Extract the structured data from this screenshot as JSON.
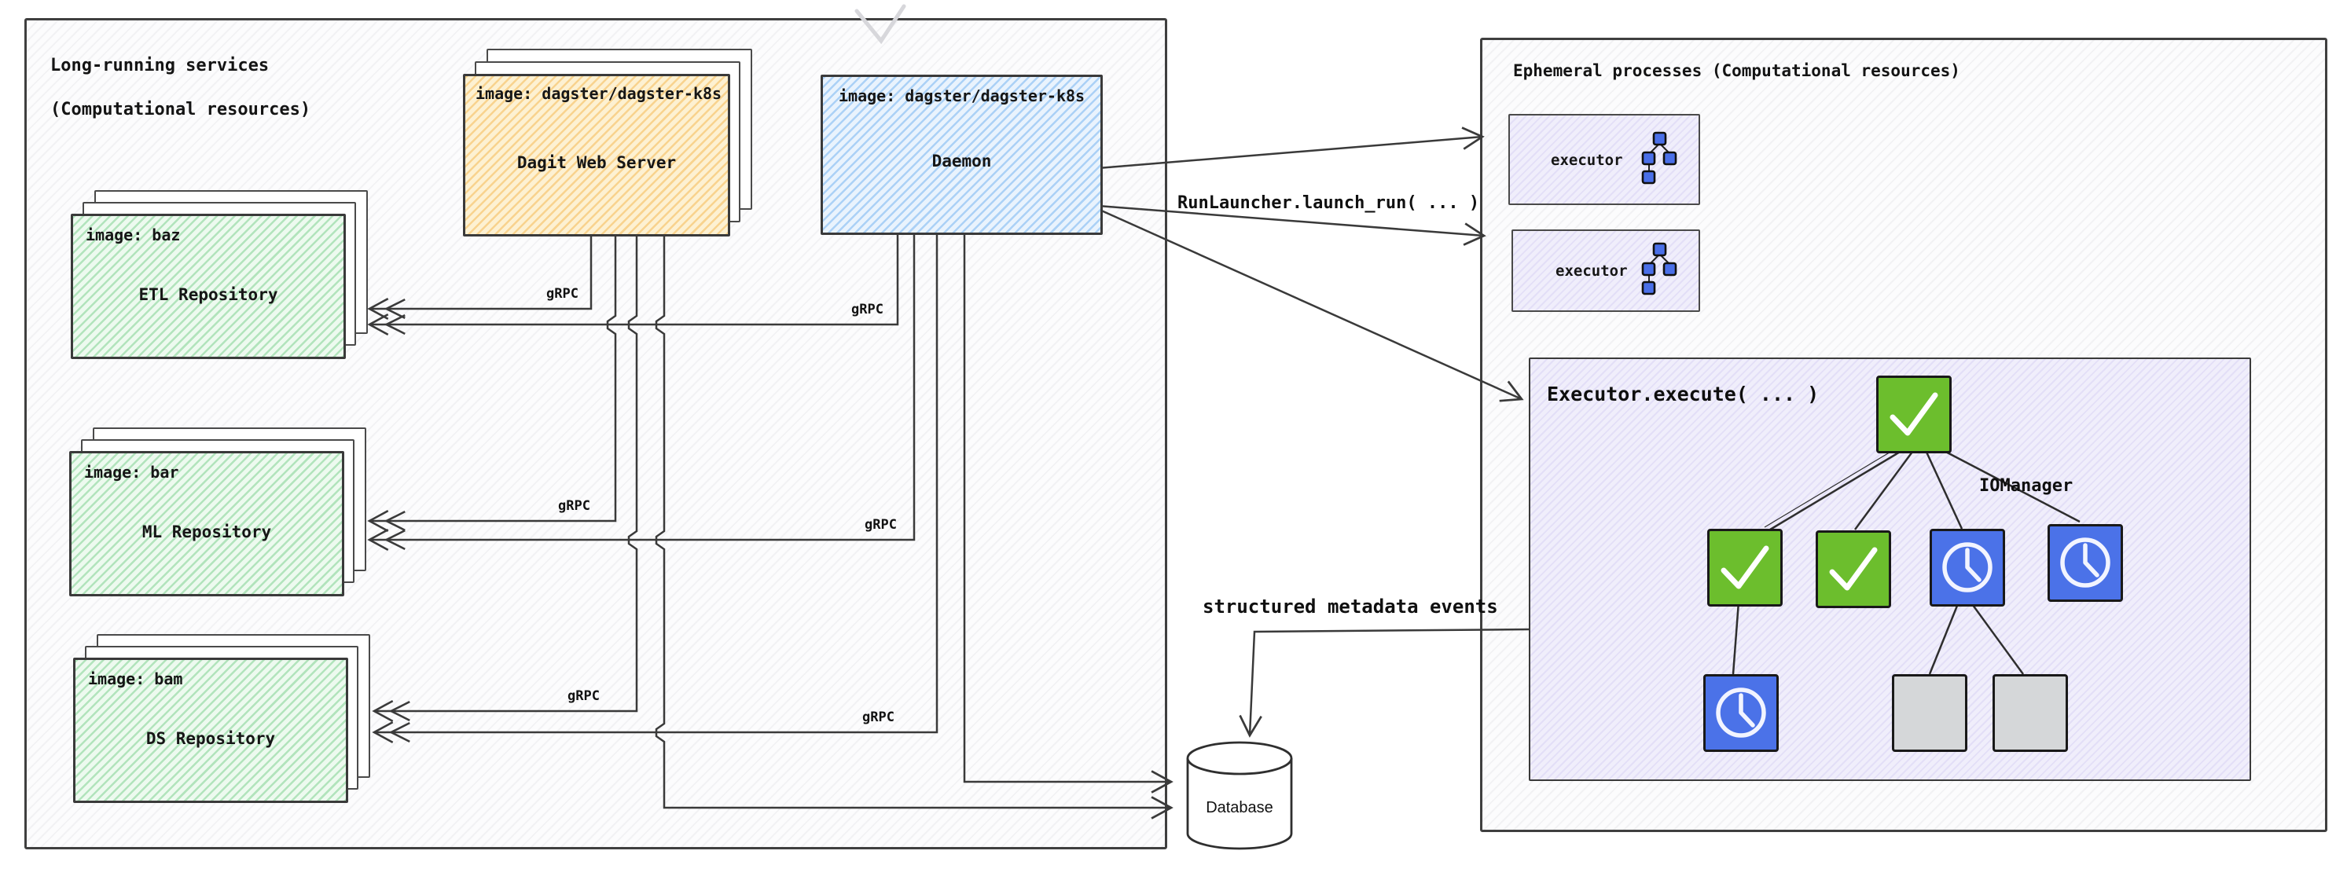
{
  "left_panel": {
    "title_line1": "Long-running services",
    "title_line2": "(Computational resources)"
  },
  "services": {
    "dagit": {
      "image": "image: dagster/dagster-k8s",
      "label": "Dagit Web Server"
    },
    "daemon": {
      "image": "image: dagster/dagster-k8s",
      "label": "Daemon"
    },
    "repositories": [
      {
        "image": "image: baz",
        "label": "ETL Repository"
      },
      {
        "image": "image: bar",
        "label": "ML Repository"
      },
      {
        "image": "image: bam",
        "label": "DS Repository"
      }
    ]
  },
  "connections": {
    "grpc": "gRPC",
    "run_launcher": "RunLauncher.launch_run( ... )",
    "metadata_events": "structured metadata events"
  },
  "right_panel": {
    "title": "Ephemeral processes (Computational resources)"
  },
  "executors": {
    "small_label": "executor",
    "execute_title": "Executor.execute( ... )",
    "iomanager": "IOManager"
  },
  "database": {
    "label": "Database"
  },
  "icons": [
    "dag-icon",
    "check-icon",
    "clock-icon",
    "empty-step-icon",
    "database-cylinder-icon"
  ],
  "colors": {
    "yellow_hatch": "#f5ba56",
    "blue_hatch": "#6eaff0",
    "green_hatch": "#69c87d",
    "lavender": "#f0eefb",
    "node_green": "#6cbe2d",
    "node_blue": "#4b72e8",
    "node_gray": "#d5d7d9",
    "line": "#3a3a3a"
  }
}
